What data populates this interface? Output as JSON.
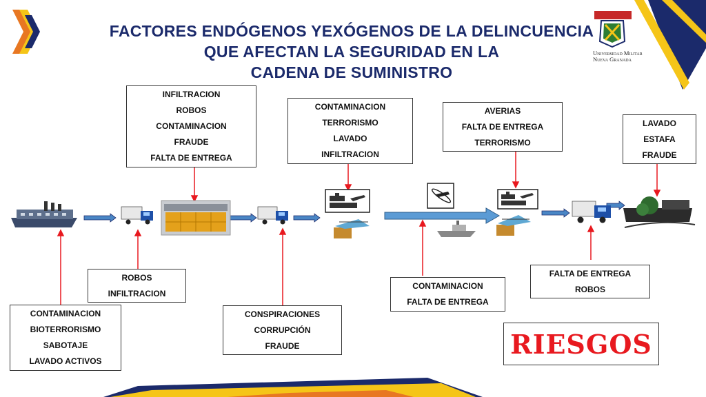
{
  "title": {
    "line1": "FACTORES ENDÓGENOS YEXÓGENOS DE LA DELINCUENCIA",
    "line2": "QUE AFECTAN LA SEGURIDAD EN LA",
    "line3": "CADENA DE SUMINISTRO"
  },
  "logo": {
    "line1": "Universidad Militar",
    "line2": "Nueva Granada"
  },
  "boxes": {
    "top_warehouse": [
      "INFILTRACION",
      "ROBOS",
      "CONTAMINACION",
      "FRAUDE",
      "FALTA DE ENTREGA"
    ],
    "top_port1": [
      "CONTAMINACION",
      "TERRORISMO",
      "LAVADO",
      "INFILTRACION"
    ],
    "top_port2": [
      "AVERIAS",
      "FALTA DE ENTREGA",
      "TERRORISMO"
    ],
    "top_destination": [
      "LAVADO",
      "ESTAFA",
      "FRAUDE"
    ],
    "bottom_factory": [
      "CONTAMINACION",
      "BIOTERRORISMO",
      "SABOTAJE",
      "LAVADO ACTIVOS"
    ],
    "bottom_truck1": [
      "ROBOS",
      "INFILTRACION"
    ],
    "bottom_truck2": [
      "CONSPIRACIONES",
      "CORRUPCIÓN",
      "FRAUDE"
    ],
    "bottom_transit": [
      "CONTAMINACION",
      "FALTA DE ENTREGA"
    ],
    "bottom_truck3": [
      "FALTA DE ENTREGA",
      "ROBOS"
    ]
  },
  "riesgos_label": "RIESGOS",
  "colors": {
    "title": "#1b2a6b",
    "arrow_red": "#e8191f",
    "flow_blue": "#4a86c5",
    "accent_yellow": "#f5c518",
    "accent_orange": "#e87722",
    "accent_navy": "#1b2a6b",
    "riesgos_red": "#e8191f"
  },
  "icons": [
    "factory-icon",
    "truck-icon",
    "warehouse-icon",
    "airport-icon",
    "ship-icon",
    "airplane-icon",
    "destination-icon"
  ]
}
